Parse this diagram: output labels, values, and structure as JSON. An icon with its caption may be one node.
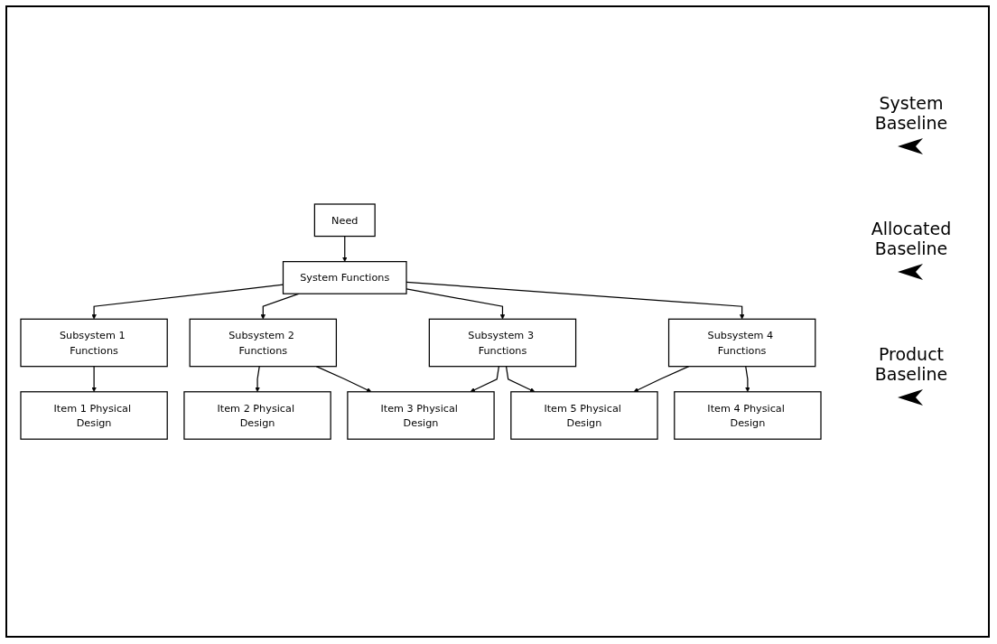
{
  "diagram": {
    "nodes": [
      {
        "text": [
          "Need"
        ]
      },
      {
        "text": [
          "System Functions"
        ]
      },
      {
        "text": [
          "Subsystem 1 Functions"
        ]
      },
      {
        "text": [
          "Subsystem 2 Functions"
        ]
      },
      {
        "text": [
          "Subsystem 3 Functions"
        ]
      },
      {
        "text": [
          "Subsystem 4 Functions"
        ]
      },
      {
        "text": [
          "Item 1 Physical Design"
        ]
      },
      {
        "text": [
          "Item 2 Physical Design"
        ]
      },
      {
        "text": [
          "Item 4 Physical Design"
        ]
      },
      {
        "text": [
          "Item 3 Physical Design"
        ]
      },
      {
        "text": [
          "Item 5 Physical Design"
        ]
      }
    ],
    "edges": [
      {
        "from": 0,
        "to": 1,
        "arrow": "to"
      },
      {
        "from": 1,
        "to": 2,
        "arrow": "to"
      },
      {
        "from": 1,
        "to": 3,
        "arrow": "to"
      },
      {
        "from": 1,
        "to": 4,
        "arrow": "to"
      },
      {
        "from": 1,
        "to": 5,
        "arrow": "to"
      },
      {
        "from": 2,
        "to": 6,
        "arrow": "to"
      },
      {
        "from": 3,
        "to": 7,
        "arrow": "to"
      },
      {
        "from": 3,
        "to": 9,
        "arrow": "to"
      },
      {
        "from": 4,
        "to": 9,
        "arrow": "to"
      },
      {
        "from": 4,
        "to": 10,
        "arrow": "to"
      },
      {
        "from": 5,
        "to": 8,
        "arrow": "to"
      },
      {
        "from": 5,
        "to": 10,
        "arrow": "to"
      }
    ],
    "labels": [
      "System Baseline",
      "Allocated Baseline",
      "Product Baseline"
    ]
  }
}
